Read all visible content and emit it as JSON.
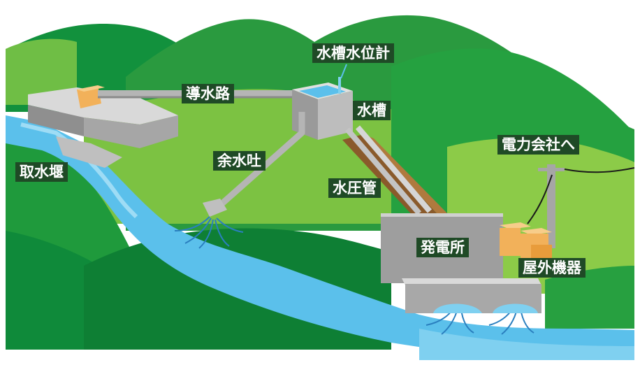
{
  "labels": {
    "tank_level_gauge": "水槽水位計",
    "headrace": "導水路",
    "head_tank": "水槽",
    "intake_weir": "取水堰",
    "spillway": "余水吐",
    "penstock": "水圧管",
    "to_power_company": "電力会社へ",
    "powerhouse": "発電所",
    "outdoor_equipment": "屋外機器"
  },
  "colors": {
    "hill_dark": "#0f8a3a",
    "hill_mid": "#2fa342",
    "hill_light": "#7cc242",
    "water": "#5bc0eb",
    "concrete": "#a6a6a6",
    "label_bg": "#1f4a26",
    "equipment": "#f2b15a"
  }
}
